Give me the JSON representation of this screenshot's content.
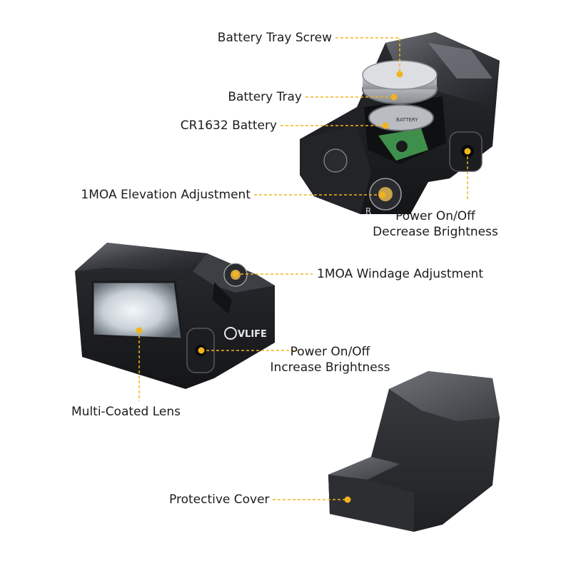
{
  "colors": {
    "leader": "#f2b41e",
    "body_dark": "#1b1c1f",
    "body_mid": "#34363b",
    "body_light": "#5a5d63",
    "cover": "#3a3c40",
    "cover_light": "#6a6d72",
    "lens_glass": "#cfd6dc",
    "circuit_green": "#3f8f4c",
    "background": "#ffffff"
  },
  "brand": {
    "text": "VLIFE",
    "logo_icon": "c-logo-icon"
  },
  "labels": {
    "battery_tray_screw": "Battery Tray Screw",
    "battery_tray": "Battery Tray",
    "cr1632_battery": "CR1632 Battery",
    "elevation": "1MOA Elevation Adjustment",
    "power_decrease_1": "Power On/Off",
    "power_decrease_2": "Decrease Brightness",
    "windage": "1MOA Windage Adjustment",
    "power_increase_1": "Power On/Off",
    "power_increase_2": "Increase Brightness",
    "lens": "Multi-Coated Lens",
    "cover": "Protective Cover"
  },
  "engravings": {
    "elevation_letter": "R",
    "battery_text": "BATTERY"
  }
}
